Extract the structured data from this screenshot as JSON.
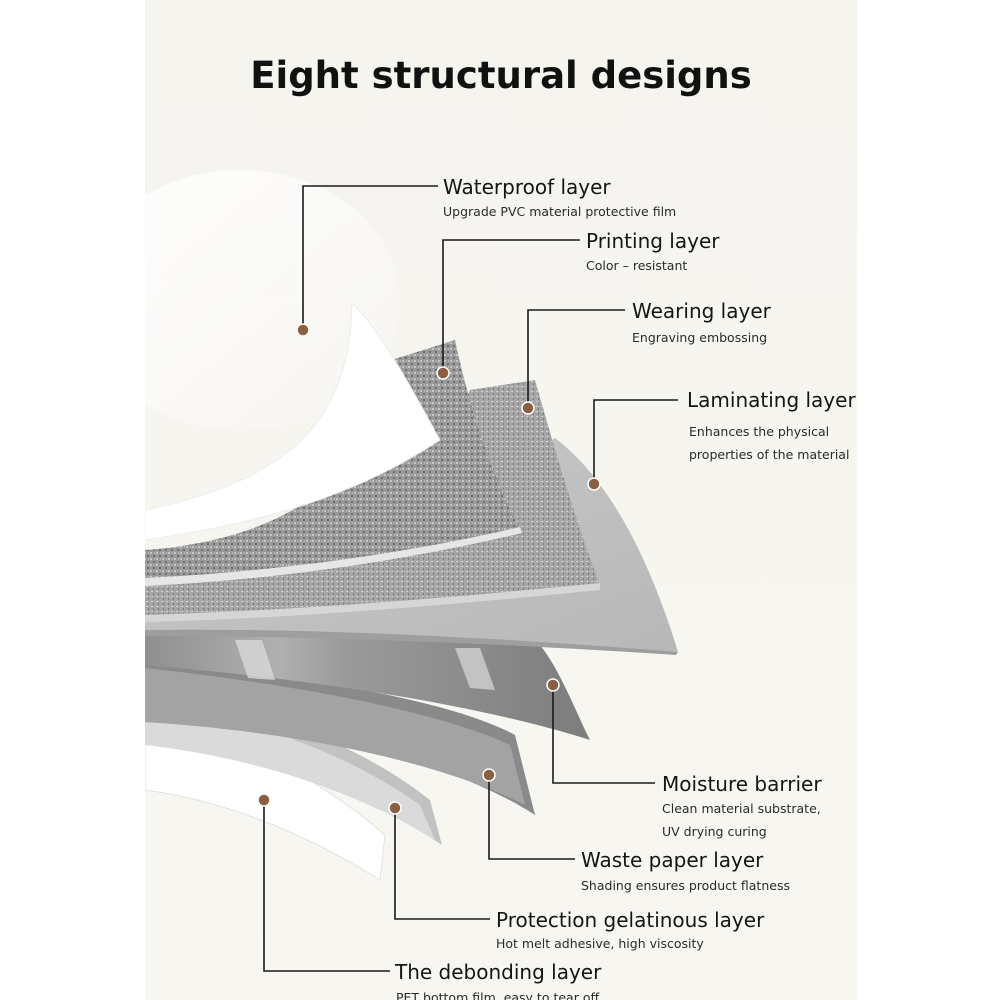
{
  "title": "Eight structural designs",
  "colors": {
    "leader_line": "#1a1a1a",
    "marker_dot": "#8a6040"
  },
  "layers": [
    {
      "name": "Waterproof layer",
      "desc": [
        "Upgrade PVC material protective film"
      ]
    },
    {
      "name": "Printing layer",
      "desc": [
        "Color – resistant"
      ]
    },
    {
      "name": "Wearing layer",
      "desc": [
        "Engraving embossing"
      ]
    },
    {
      "name": "Laminating layer",
      "desc": [
        "Enhances the physical",
        "properties of the material"
      ]
    },
    {
      "name": "Moisture barrier",
      "desc": [
        "Clean material substrate,",
        "UV drying curing"
      ]
    },
    {
      "name": "Waste paper layer",
      "desc": [
        "Shading ensures product flatness"
      ]
    },
    {
      "name": "Protection gelatinous layer",
      "desc": [
        "Hot melt adhesive, high viscosity"
      ]
    },
    {
      "name": "The debonding layer",
      "desc": [
        "PET bottom film, easy to tear off"
      ]
    }
  ]
}
